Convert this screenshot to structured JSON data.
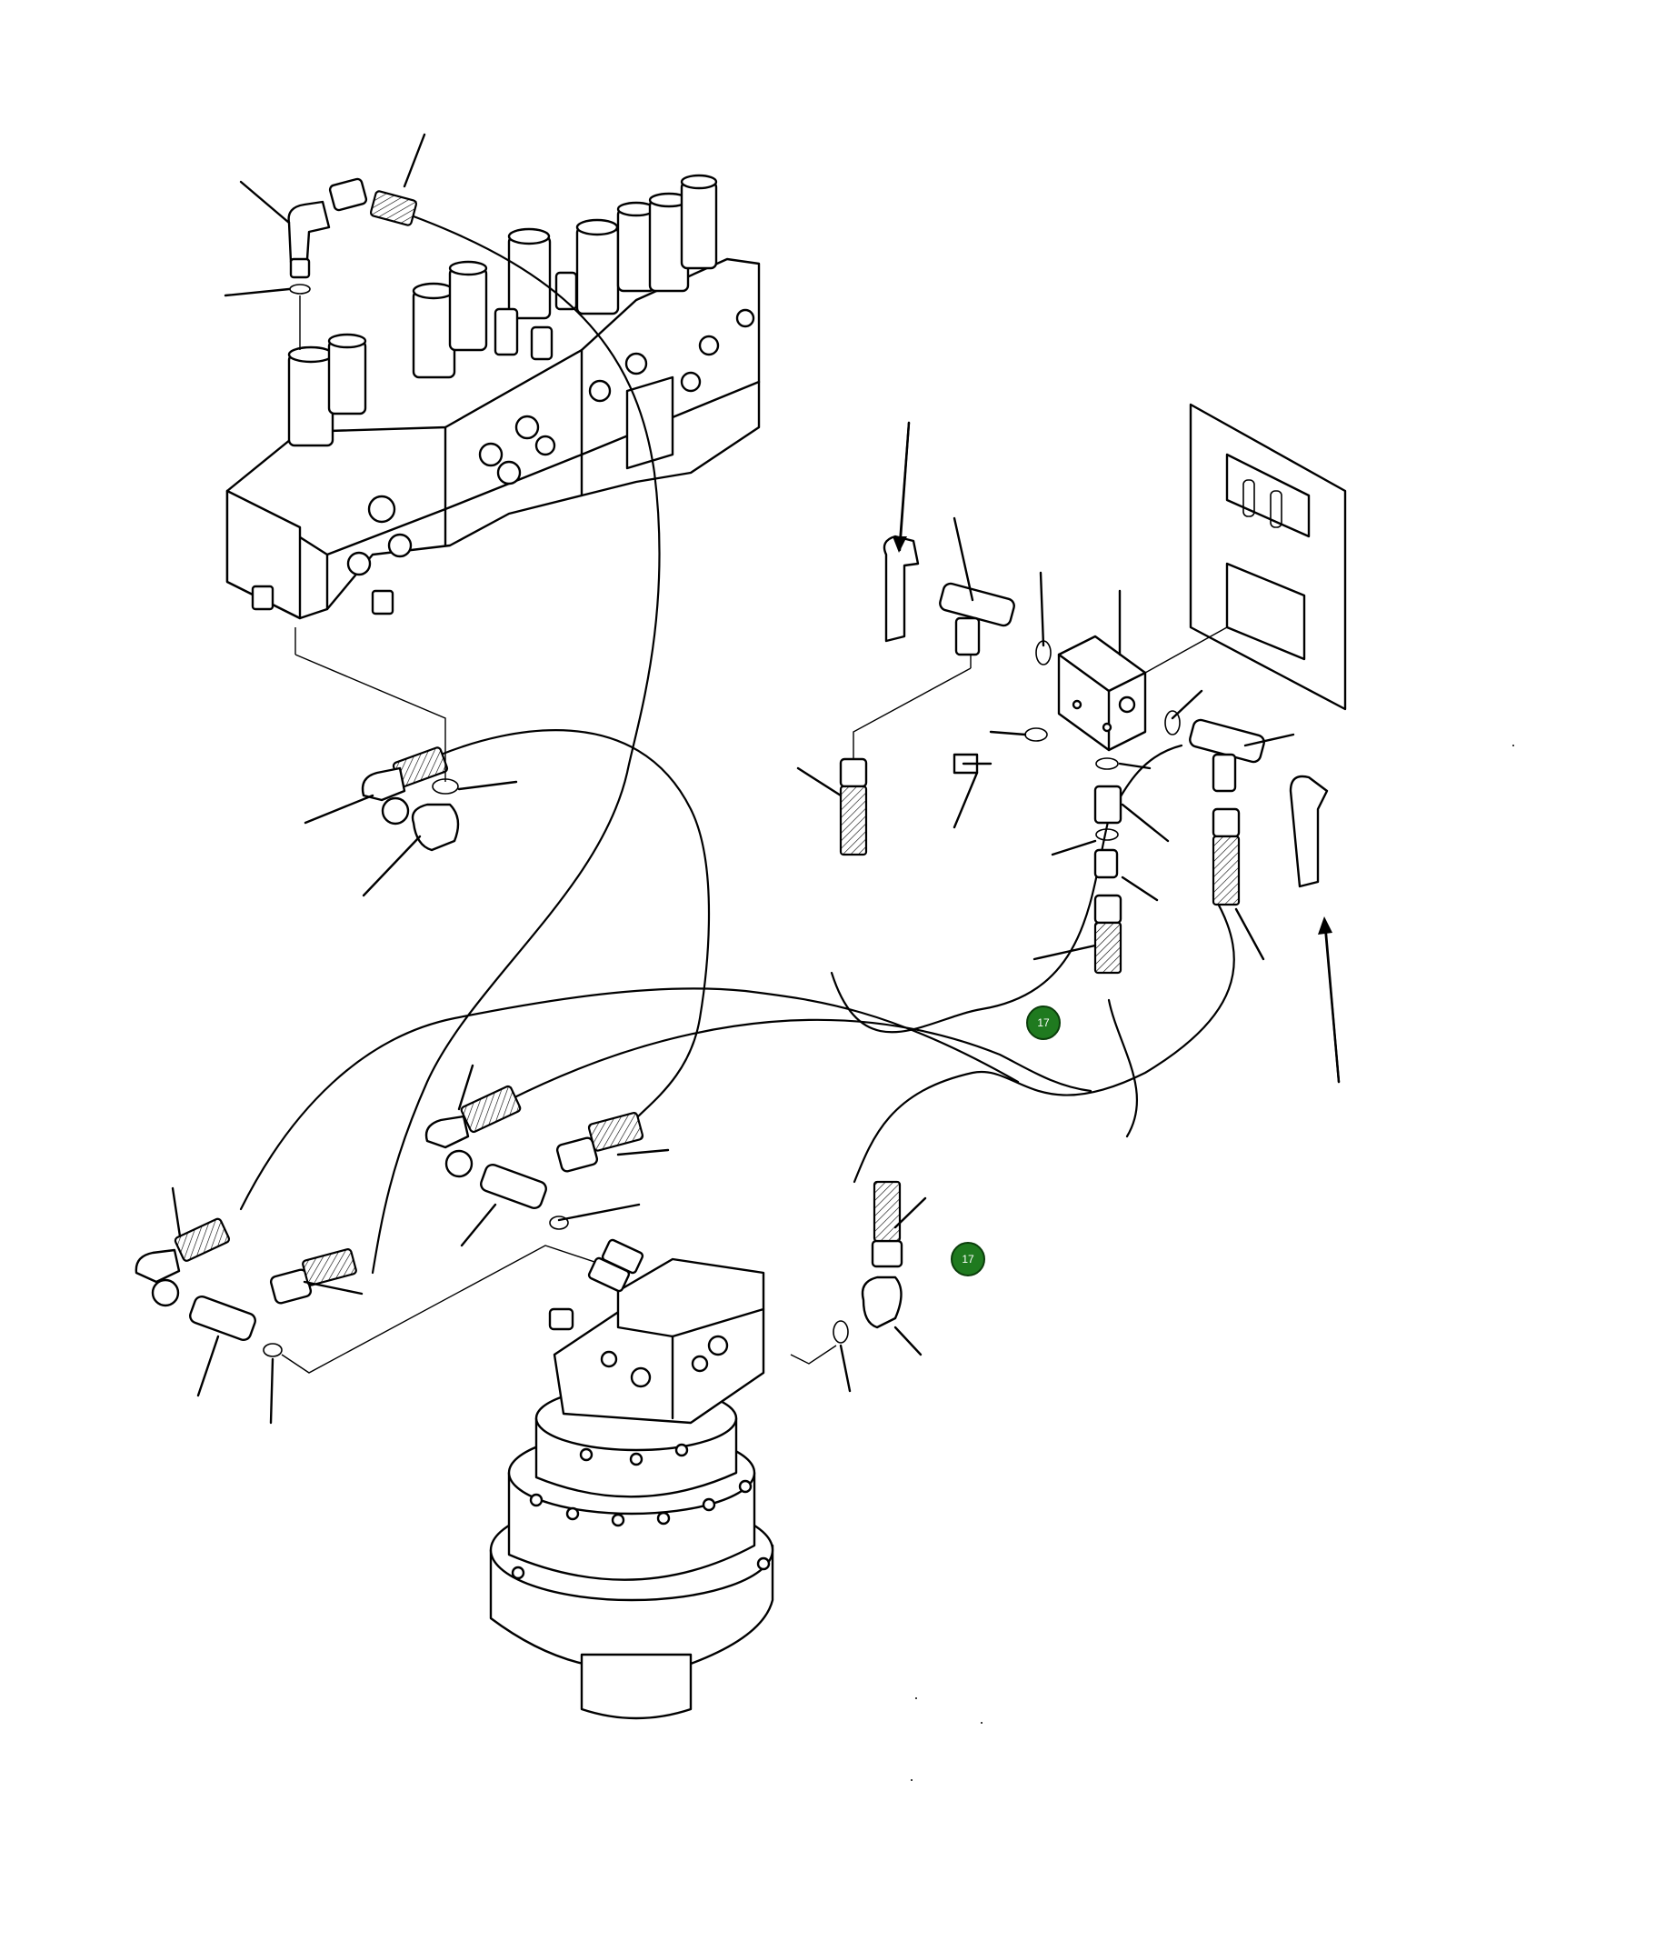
{
  "diagram": {
    "callouts": [
      {
        "id": "callout-1",
        "label": "17"
      },
      {
        "id": "callout-2",
        "label": "17"
      }
    ]
  },
  "colors": {
    "callout_fill": "#1f7a1f",
    "line": "#000000",
    "background": "#ffffff"
  }
}
